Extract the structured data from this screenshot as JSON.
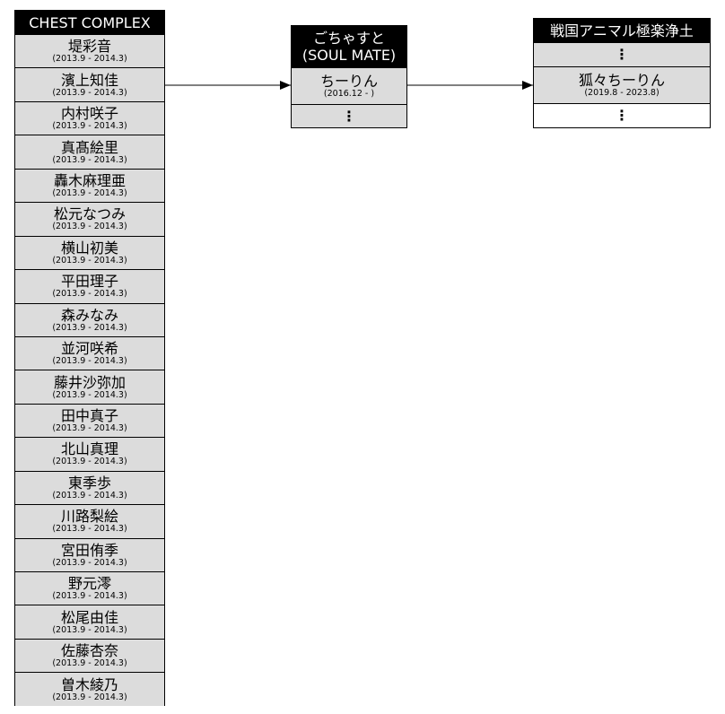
{
  "groups": [
    {
      "id": "chest_complex",
      "title_lines": [
        "CHEST COMPLEX"
      ],
      "members": [
        {
          "name": "堤彩音",
          "period": "(2013.9 - 2014.3)"
        },
        {
          "name": "濱上知佳",
          "period": "(2013.9 - 2014.3)"
        },
        {
          "name": "内村咲子",
          "period": "(2013.9 - 2014.3)"
        },
        {
          "name": "真髙絵里",
          "period": "(2013.9 - 2014.3)"
        },
        {
          "name": "轟木麻理亜",
          "period": "(2013.9 - 2014.3)"
        },
        {
          "name": "松元なつみ",
          "period": "(2013.9 - 2014.3)"
        },
        {
          "name": "横山初美",
          "period": "(2013.9 - 2014.3)"
        },
        {
          "name": "平田理子",
          "period": "(2013.9 - 2014.3)"
        },
        {
          "name": "森みなみ",
          "period": "(2013.9 - 2014.3)"
        },
        {
          "name": "並河咲希",
          "period": "(2013.9 - 2014.3)"
        },
        {
          "name": "藤井沙弥加",
          "period": "(2013.9 - 2014.3)"
        },
        {
          "name": "田中真子",
          "period": "(2013.9 - 2014.3)"
        },
        {
          "name": "北山真理",
          "period": "(2013.9 - 2014.3)"
        },
        {
          "name": "東季歩",
          "period": "(2013.9 - 2014.3)"
        },
        {
          "name": "川路梨絵",
          "period": "(2013.9 - 2014.3)"
        },
        {
          "name": "宮田侑季",
          "period": "(2013.9 - 2014.3)"
        },
        {
          "name": "野元澪",
          "period": "(2013.9 - 2014.3)"
        },
        {
          "name": "松尾由佳",
          "period": "(2013.9 - 2014.3)"
        },
        {
          "name": "佐藤杏奈",
          "period": "(2013.9 - 2014.3)"
        },
        {
          "name": "曽木綾乃",
          "period": "(2013.9 - 2014.3)"
        }
      ]
    },
    {
      "id": "gochayasuto",
      "title_lines": [
        "ごちゃすと",
        "(SOUL MATE)"
      ],
      "members": [
        {
          "name": "ちーりん",
          "period": "(2016.12 - )"
        },
        {
          "ellipsis": "⋮"
        }
      ]
    },
    {
      "id": "sengoku_animal",
      "title_lines": [
        "戦国アニマル極楽浄土"
      ],
      "members": [
        {
          "ellipsis": "⋮"
        },
        {
          "name": "狐々ちーりん",
          "period": "(2019.8 - 2023.8)"
        },
        {
          "ellipsis": "⋮"
        }
      ]
    }
  ],
  "edges": [
    {
      "from": "濱上知佳",
      "to": "ちーりん"
    },
    {
      "from": "ちーりん",
      "to": "狐々ちーりん"
    }
  ],
  "colors": {
    "header_bg": "#000000",
    "header_text": "#ffffff",
    "cell_fill": "#dcdcdc",
    "border": "#000000",
    "edge": "#000000"
  }
}
